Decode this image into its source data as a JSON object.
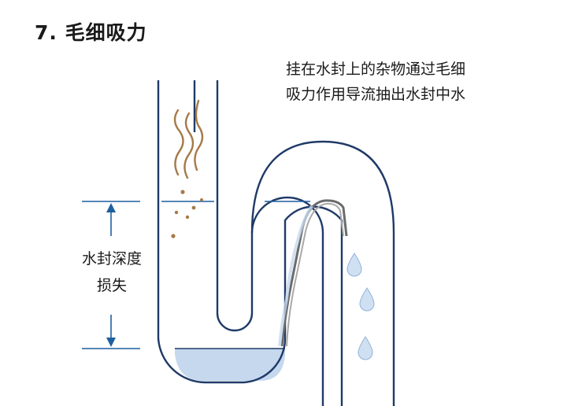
{
  "title": "7. 毛细吸力",
  "caption": {
    "line1": "挂在水封上的杂物通过毛细",
    "line2": "吸力作用导流抽出水封中水"
  },
  "loss_label": {
    "line1": "水封深度",
    "line2": "损失"
  },
  "colors": {
    "pipe_outline": "#1f3a68",
    "water_fill": "#c5d8ee",
    "measure_line": "#1f5fa0",
    "debris": "#a57a48",
    "droplet": "#cfe0f2"
  }
}
